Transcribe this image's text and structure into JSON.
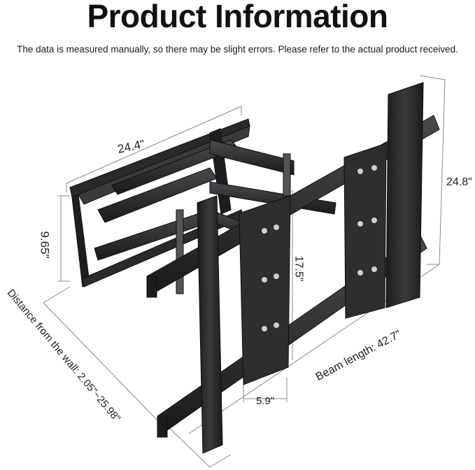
{
  "header": {
    "title": "Product Information",
    "subtitle": "The data is measured manually, so there may be slight errors. Please refer to the actual product received."
  },
  "dimensions": {
    "wall_plate_width": "24.4\"",
    "wall_plate_height": "9.65\"",
    "tv_bracket_height": "24.8\"",
    "arm_plate_height": "17.5\"",
    "arm_plate_width": "5.9\"",
    "beam_length": "Beam length: 42.7\"",
    "distance_from_wall": "Distance from the wall: 2.05\"~25.98\""
  },
  "colors": {
    "metal": "#2b2b2d",
    "metal_edge": "#0f0f10",
    "highlight": "#5a5a5e",
    "dimension_line": "#8a8a8a"
  }
}
